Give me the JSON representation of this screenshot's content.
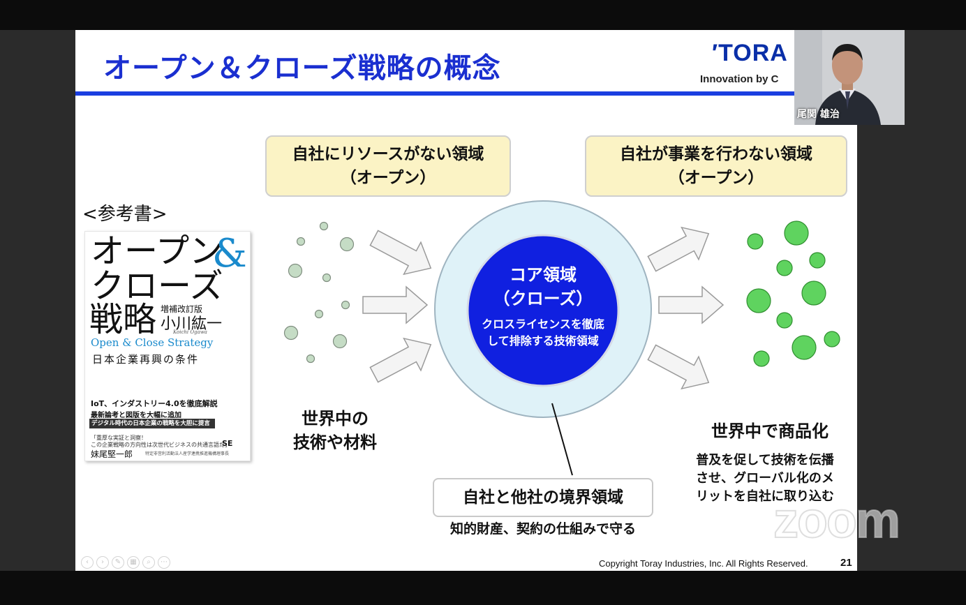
{
  "slide": {
    "title": "オープン＆クローズ戦略の概念",
    "logo_text": "TORA",
    "logo_tagline": "Innovation by C",
    "box_left": {
      "line1": "自社にリソースがない領域",
      "line2": "（オープン）"
    },
    "box_right": {
      "line1": "自社が事業を行わない領域",
      "line2": "（オープン）"
    },
    "reference_label": "<参考書>",
    "core": {
      "title_line1": "コア領域",
      "title_line2": "（クローズ）",
      "desc_line1": "クロスライセンスを徹底",
      "desc_line2": "して排除する技術領域"
    },
    "world_left": {
      "line1": "世界中の",
      "line2": "技術や材料"
    },
    "world_right_title": "世界中で商品化",
    "world_right_desc": {
      "line1": "普及を促して技術を伝播",
      "line2": "させ、グローバル化のメ",
      "line3": "リットを自社に取り込む"
    },
    "boundary_title": "自社と他社の境界領域",
    "boundary_desc": "知的財産、契約の仕組みで守る",
    "copyright": "Copyright Toray Industries, Inc. All Rights Reserved.",
    "page_number": "21"
  },
  "book": {
    "title_line1": "オープン",
    "title_amp": "&",
    "title_line2": "クローズ",
    "title_line3": "戦略",
    "edition": "増補改訂版",
    "author": "小川紘一",
    "author_en": "Koichi Ogawa",
    "title_en": "Open & Close Strategy",
    "subtitle": "日本企業再興の条件",
    "blurb1": "IoT、インダストリー4.0を徹底解説",
    "blurb2": "最新論考と図版を大幅に追加",
    "band": "デジタル時代の日本企業の戦略を大胆に提言",
    "quote1": "「重厚な実証と洞察！",
    "quote2": "この企業戦略の方向性は次世代ビジネスの共通言語だ」",
    "recommender": "妹尾堅一郎",
    "recommender_title": "特定非営利活動法人産学連携推進機構理事長",
    "publisher": "SE"
  },
  "webcam": {
    "participant_name": "尾関 雄治"
  },
  "overlay": {
    "watermark": "zoom"
  },
  "colors": {
    "title_blue": "#1a2fd0",
    "rule_blue": "#1a3ee0",
    "core_blue": "#1020e0",
    "outer_circle": "#dff2f8",
    "label_box_fill": "#fbf3c5",
    "dot_gray_green": "#c5dcc5",
    "dot_green": "#5fd35f",
    "arrow_fill": "#f4f4f4"
  },
  "icons": {
    "slide_controls": [
      "prev-slide-icon",
      "next-slide-icon",
      "pen-icon",
      "slides-icon",
      "zoom-icon",
      "more-icon"
    ]
  }
}
